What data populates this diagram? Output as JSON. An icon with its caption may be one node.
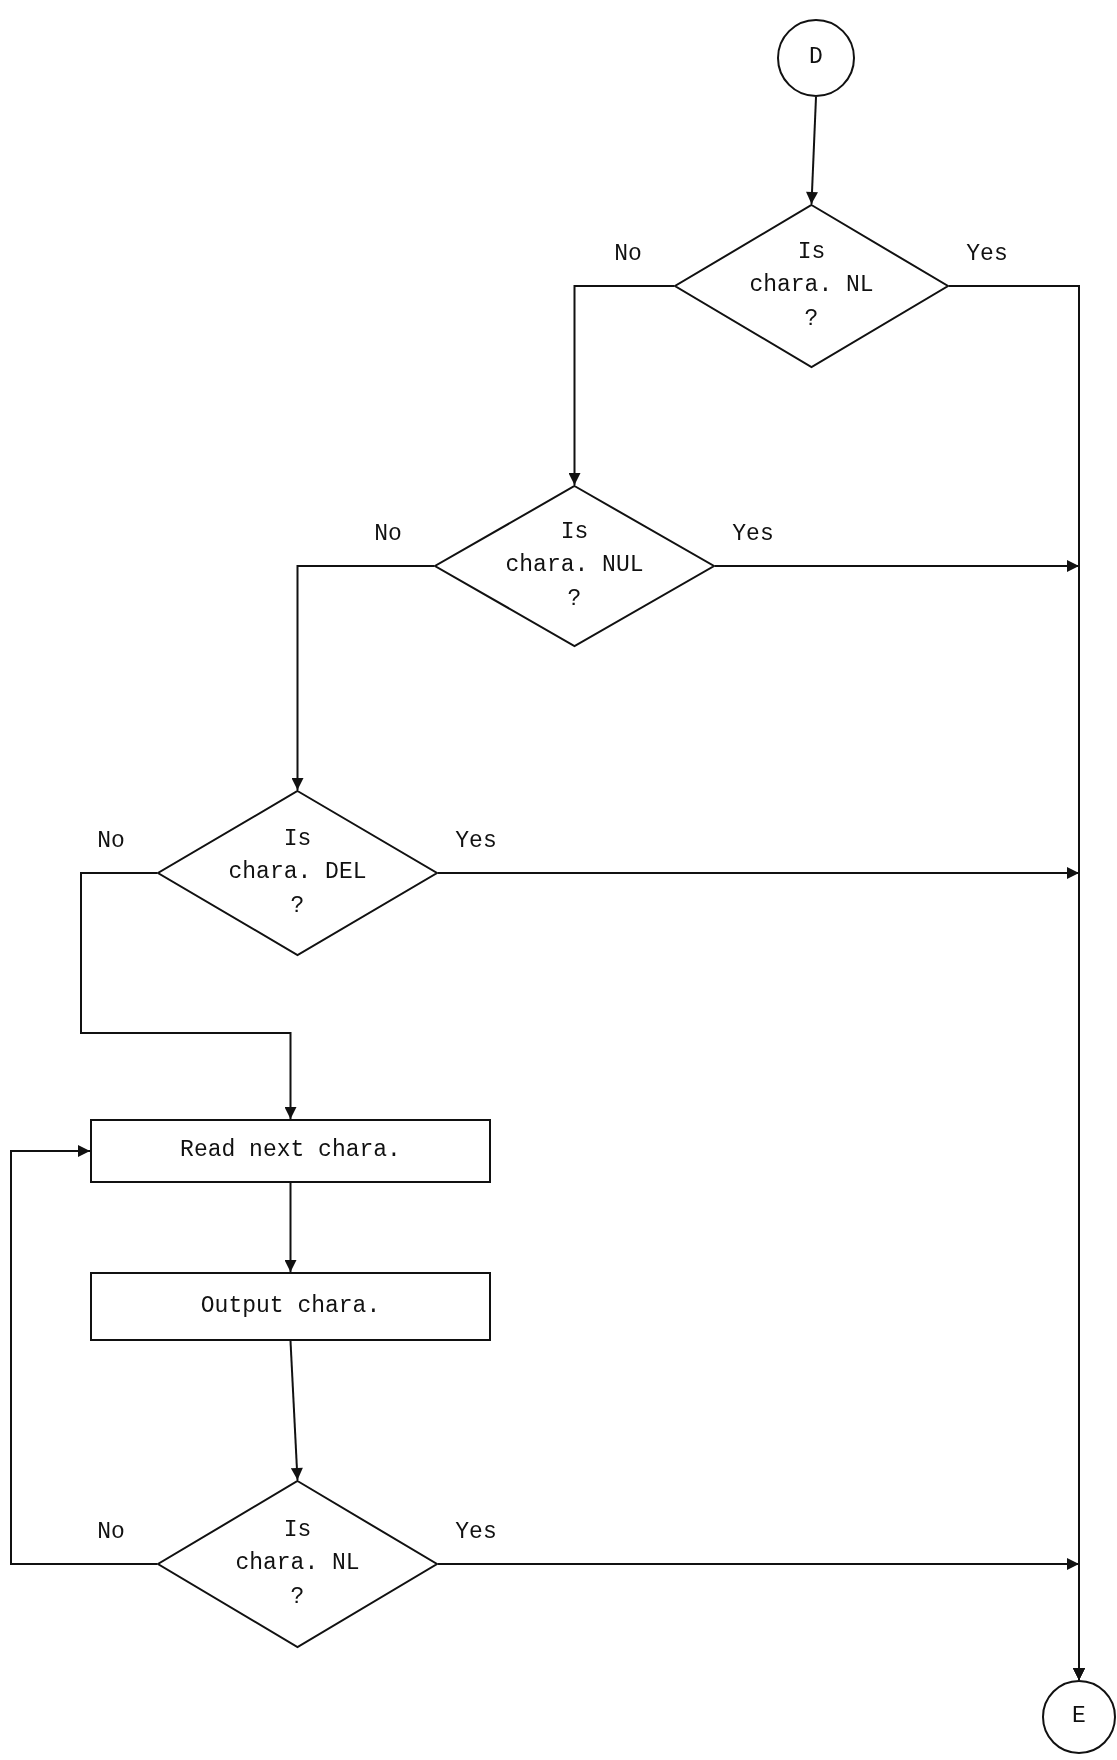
{
  "diagram": {
    "nodes": [
      {
        "text": [
          "D"
        ]
      },
      {
        "text": [
          "Is chara. NL ?"
        ]
      },
      {
        "text": [
          "Is chara. NUL ?"
        ]
      },
      {
        "text": [
          "Is chara. DEL ?"
        ]
      },
      {
        "text": [
          "Read next chara."
        ]
      },
      {
        "text": [
          "Output chara."
        ]
      },
      {
        "text": [
          "Is chara. NL ?"
        ]
      },
      {
        "text": [
          "E"
        ]
      }
    ],
    "edges": [
      {
        "from": 0,
        "to": 1,
        "arrow": "to"
      },
      {
        "from": 1,
        "to": 2,
        "arrow": "to",
        "label": "No"
      },
      {
        "from": 1,
        "to": 7,
        "arrow": "to",
        "label": "Yes"
      },
      {
        "from": 2,
        "to": 3,
        "arrow": "to",
        "label": "No"
      },
      {
        "from": 2,
        "to": 7,
        "arrow": "to",
        "label": "Yes"
      },
      {
        "from": 3,
        "to": 4,
        "arrow": "to",
        "label": "No"
      },
      {
        "from": 3,
        "to": 7,
        "arrow": "to",
        "label": "Yes"
      },
      {
        "from": 4,
        "to": 5,
        "arrow": "to"
      },
      {
        "from": 5,
        "to": 6,
        "arrow": "to"
      },
      {
        "from": 6,
        "to": 4,
        "arrow": "to",
        "label": "No"
      },
      {
        "from": 6,
        "to": 7,
        "arrow": "to",
        "label": "Yes"
      }
    ]
  }
}
